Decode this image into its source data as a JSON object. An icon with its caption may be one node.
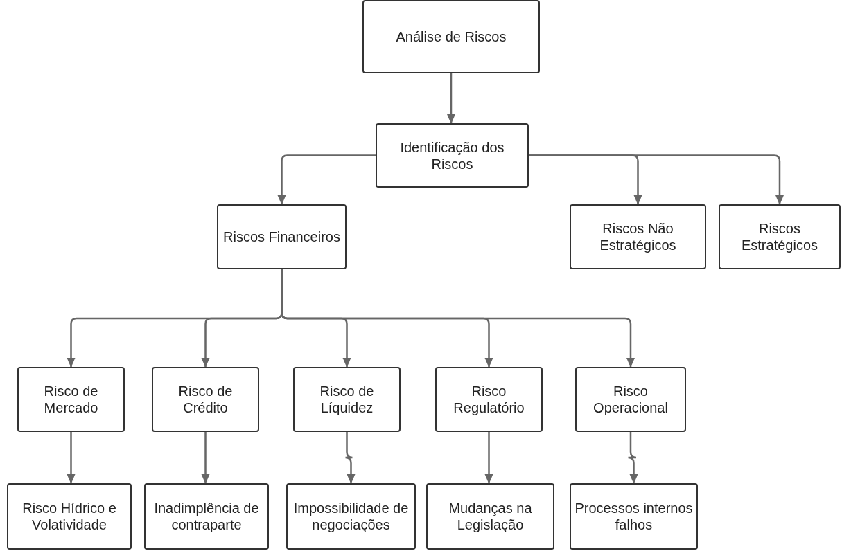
{
  "diagram": {
    "nodes": [
      {
        "text": [
          "Análise de Riscos"
        ]
      },
      {
        "text": [
          "Identificação dos Riscos"
        ]
      },
      {
        "text": [
          "Riscos Financeiros"
        ]
      },
      {
        "text": [
          "Riscos Não Estratégicos"
        ]
      },
      {
        "text": [
          "Riscos Estratégicos"
        ]
      },
      {
        "text": [
          "Risco de Mercado"
        ]
      },
      {
        "text": [
          "Risco de Crédito"
        ]
      },
      {
        "text": [
          "Risco de Líquidez"
        ]
      },
      {
        "text": [
          "Risco Regulatório"
        ]
      },
      {
        "text": [
          "Risco Operacional"
        ]
      },
      {
        "text": [
          "Risco Hídrico e Volatividade"
        ]
      },
      {
        "text": [
          "Inadimplência de contraparte"
        ]
      },
      {
        "text": [
          "Impossibilidade de negociações"
        ]
      },
      {
        "text": [
          "Mudanças na Legislação"
        ]
      },
      {
        "text": [
          "Processos internos falhos"
        ]
      }
    ],
    "edges": [
      {
        "from": 0,
        "to": 1,
        "arrow": "to"
      },
      {
        "from": 1,
        "to": 2,
        "arrow": "to"
      },
      {
        "from": 1,
        "to": 3,
        "arrow": "to"
      },
      {
        "from": 1,
        "to": 4,
        "arrow": "to"
      },
      {
        "from": 2,
        "to": 5,
        "arrow": "to"
      },
      {
        "from": 2,
        "to": 6,
        "arrow": "to"
      },
      {
        "from": 2,
        "to": 7,
        "arrow": "to"
      },
      {
        "from": 2,
        "to": 8,
        "arrow": "to"
      },
      {
        "from": 2,
        "to": 9,
        "arrow": "to"
      },
      {
        "from": 5,
        "to": 10,
        "arrow": "to"
      },
      {
        "from": 6,
        "to": 11,
        "arrow": "to"
      },
      {
        "from": 7,
        "to": 12,
        "arrow": "to"
      },
      {
        "from": 8,
        "to": 13,
        "arrow": "to"
      },
      {
        "from": 9,
        "to": 14,
        "arrow": "to"
      }
    ]
  }
}
